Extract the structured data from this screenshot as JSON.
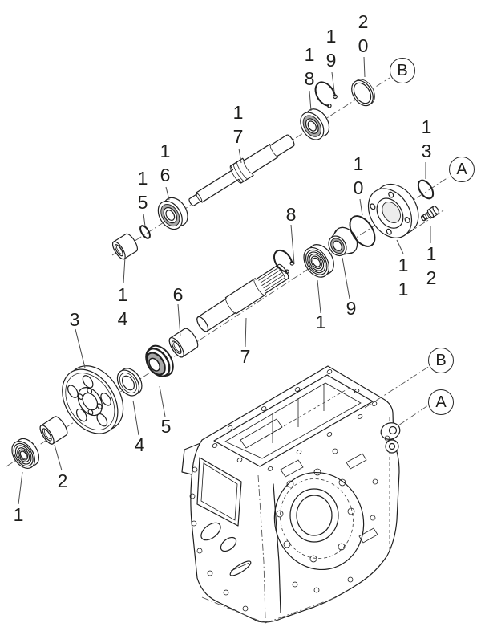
{
  "figure": {
    "kind": "exploded-parts-diagram",
    "background": "#ffffff",
    "line_color": "#1f1f1f",
    "shade_gray": "#a8a8a8"
  },
  "part_labels": [
    {
      "text": "1"
    },
    {
      "text": "2"
    },
    {
      "text": "3"
    },
    {
      "text": "4"
    },
    {
      "text": "5"
    },
    {
      "text": "6"
    },
    {
      "text": "7"
    },
    {
      "text": "8"
    },
    {
      "text": "9"
    },
    {
      "text": "1"
    },
    {
      "text": "1\n0"
    },
    {
      "text": "1\n1"
    },
    {
      "text": "1\n2"
    },
    {
      "text": "1\n3"
    },
    {
      "text": "1\n4"
    },
    {
      "text": "1\n5"
    },
    {
      "text": "1\n6"
    },
    {
      "text": "1\n7"
    },
    {
      "text": "1\n8"
    },
    {
      "text": "1\n9"
    },
    {
      "text": "2\n0"
    }
  ],
  "ref_markers": [
    {
      "letter": "B"
    },
    {
      "letter": "A"
    },
    {
      "letter": "B"
    },
    {
      "letter": "A"
    }
  ]
}
